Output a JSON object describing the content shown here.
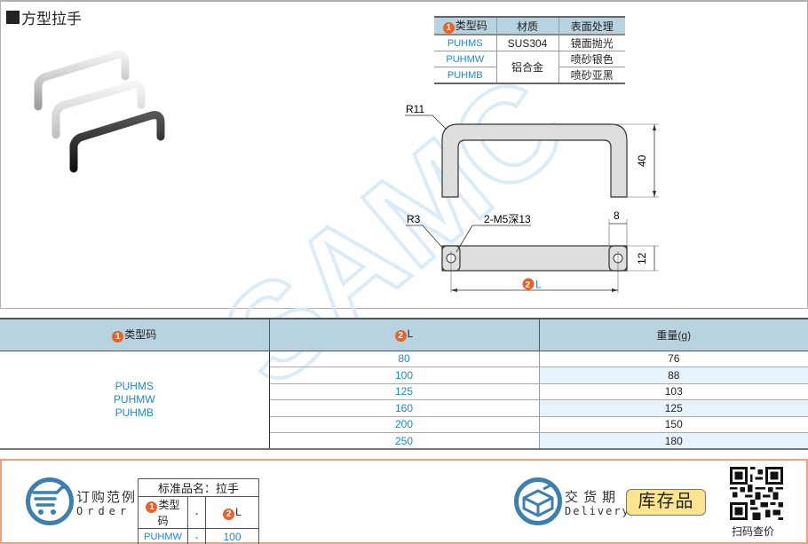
{
  "page_title": "方型拉手",
  "spec_table": {
    "headers": [
      "类型码",
      "材质",
      "表面处理"
    ],
    "header_badge": "1",
    "rows": [
      {
        "code": "PUHMS",
        "material": "SUS304",
        "surface": "镜面抛光"
      },
      {
        "code": "PUHMW",
        "material": "铝合金",
        "surface": "喷砂银色"
      },
      {
        "code": "PUHMB",
        "material": "铝合金",
        "surface": "喷砂亚黑"
      }
    ]
  },
  "drawing": {
    "front_view": {
      "radius_label": "R11",
      "height_label": "40"
    },
    "top_view": {
      "radius_label": "R3",
      "hole_label": "2-M5深13",
      "width_label": "8",
      "thickness_label": "12",
      "length_badge": "2",
      "length_label": "L"
    }
  },
  "main_table": {
    "headers": [
      {
        "badge": "1",
        "label": "类型码"
      },
      {
        "badge": "2",
        "label": "L"
      },
      {
        "badge": "",
        "label": "重量(g)"
      }
    ],
    "type_codes": [
      "PUHMS",
      "PUHMW",
      "PUHMB"
    ],
    "rows": [
      {
        "L": "80",
        "weight": "76"
      },
      {
        "L": "100",
        "weight": "88"
      },
      {
        "L": "125",
        "weight": "103"
      },
      {
        "L": "160",
        "weight": "125"
      },
      {
        "L": "200",
        "weight": "150"
      },
      {
        "L": "250",
        "weight": "180"
      }
    ]
  },
  "order_section": {
    "icon": "shopping-cart-icon",
    "label_cn": "订购范例",
    "label_en": "Order",
    "table": {
      "title": "标准品名：拉手",
      "col1_badge": "1",
      "col1_label": "类型码",
      "sep": "-",
      "col2_badge": "2",
      "col2_label": "L",
      "example_code": "PUHMW",
      "example_L": "100"
    }
  },
  "delivery_section": {
    "icon": "box-icon",
    "label_cn": "交货期",
    "label_en": "Delivery",
    "stock_label": "库存品"
  },
  "qr_section": {
    "icon": "qr-code-icon",
    "label": "扫码查价"
  },
  "colors": {
    "accent_blue": "#1a8ad0",
    "header_blue": "#b8d3e0",
    "badge_orange": "#e8632a",
    "border_orange": "#f1a07a",
    "stock_yellow": "#fbe48c",
    "icon_blue": "#3d7fb0"
  }
}
